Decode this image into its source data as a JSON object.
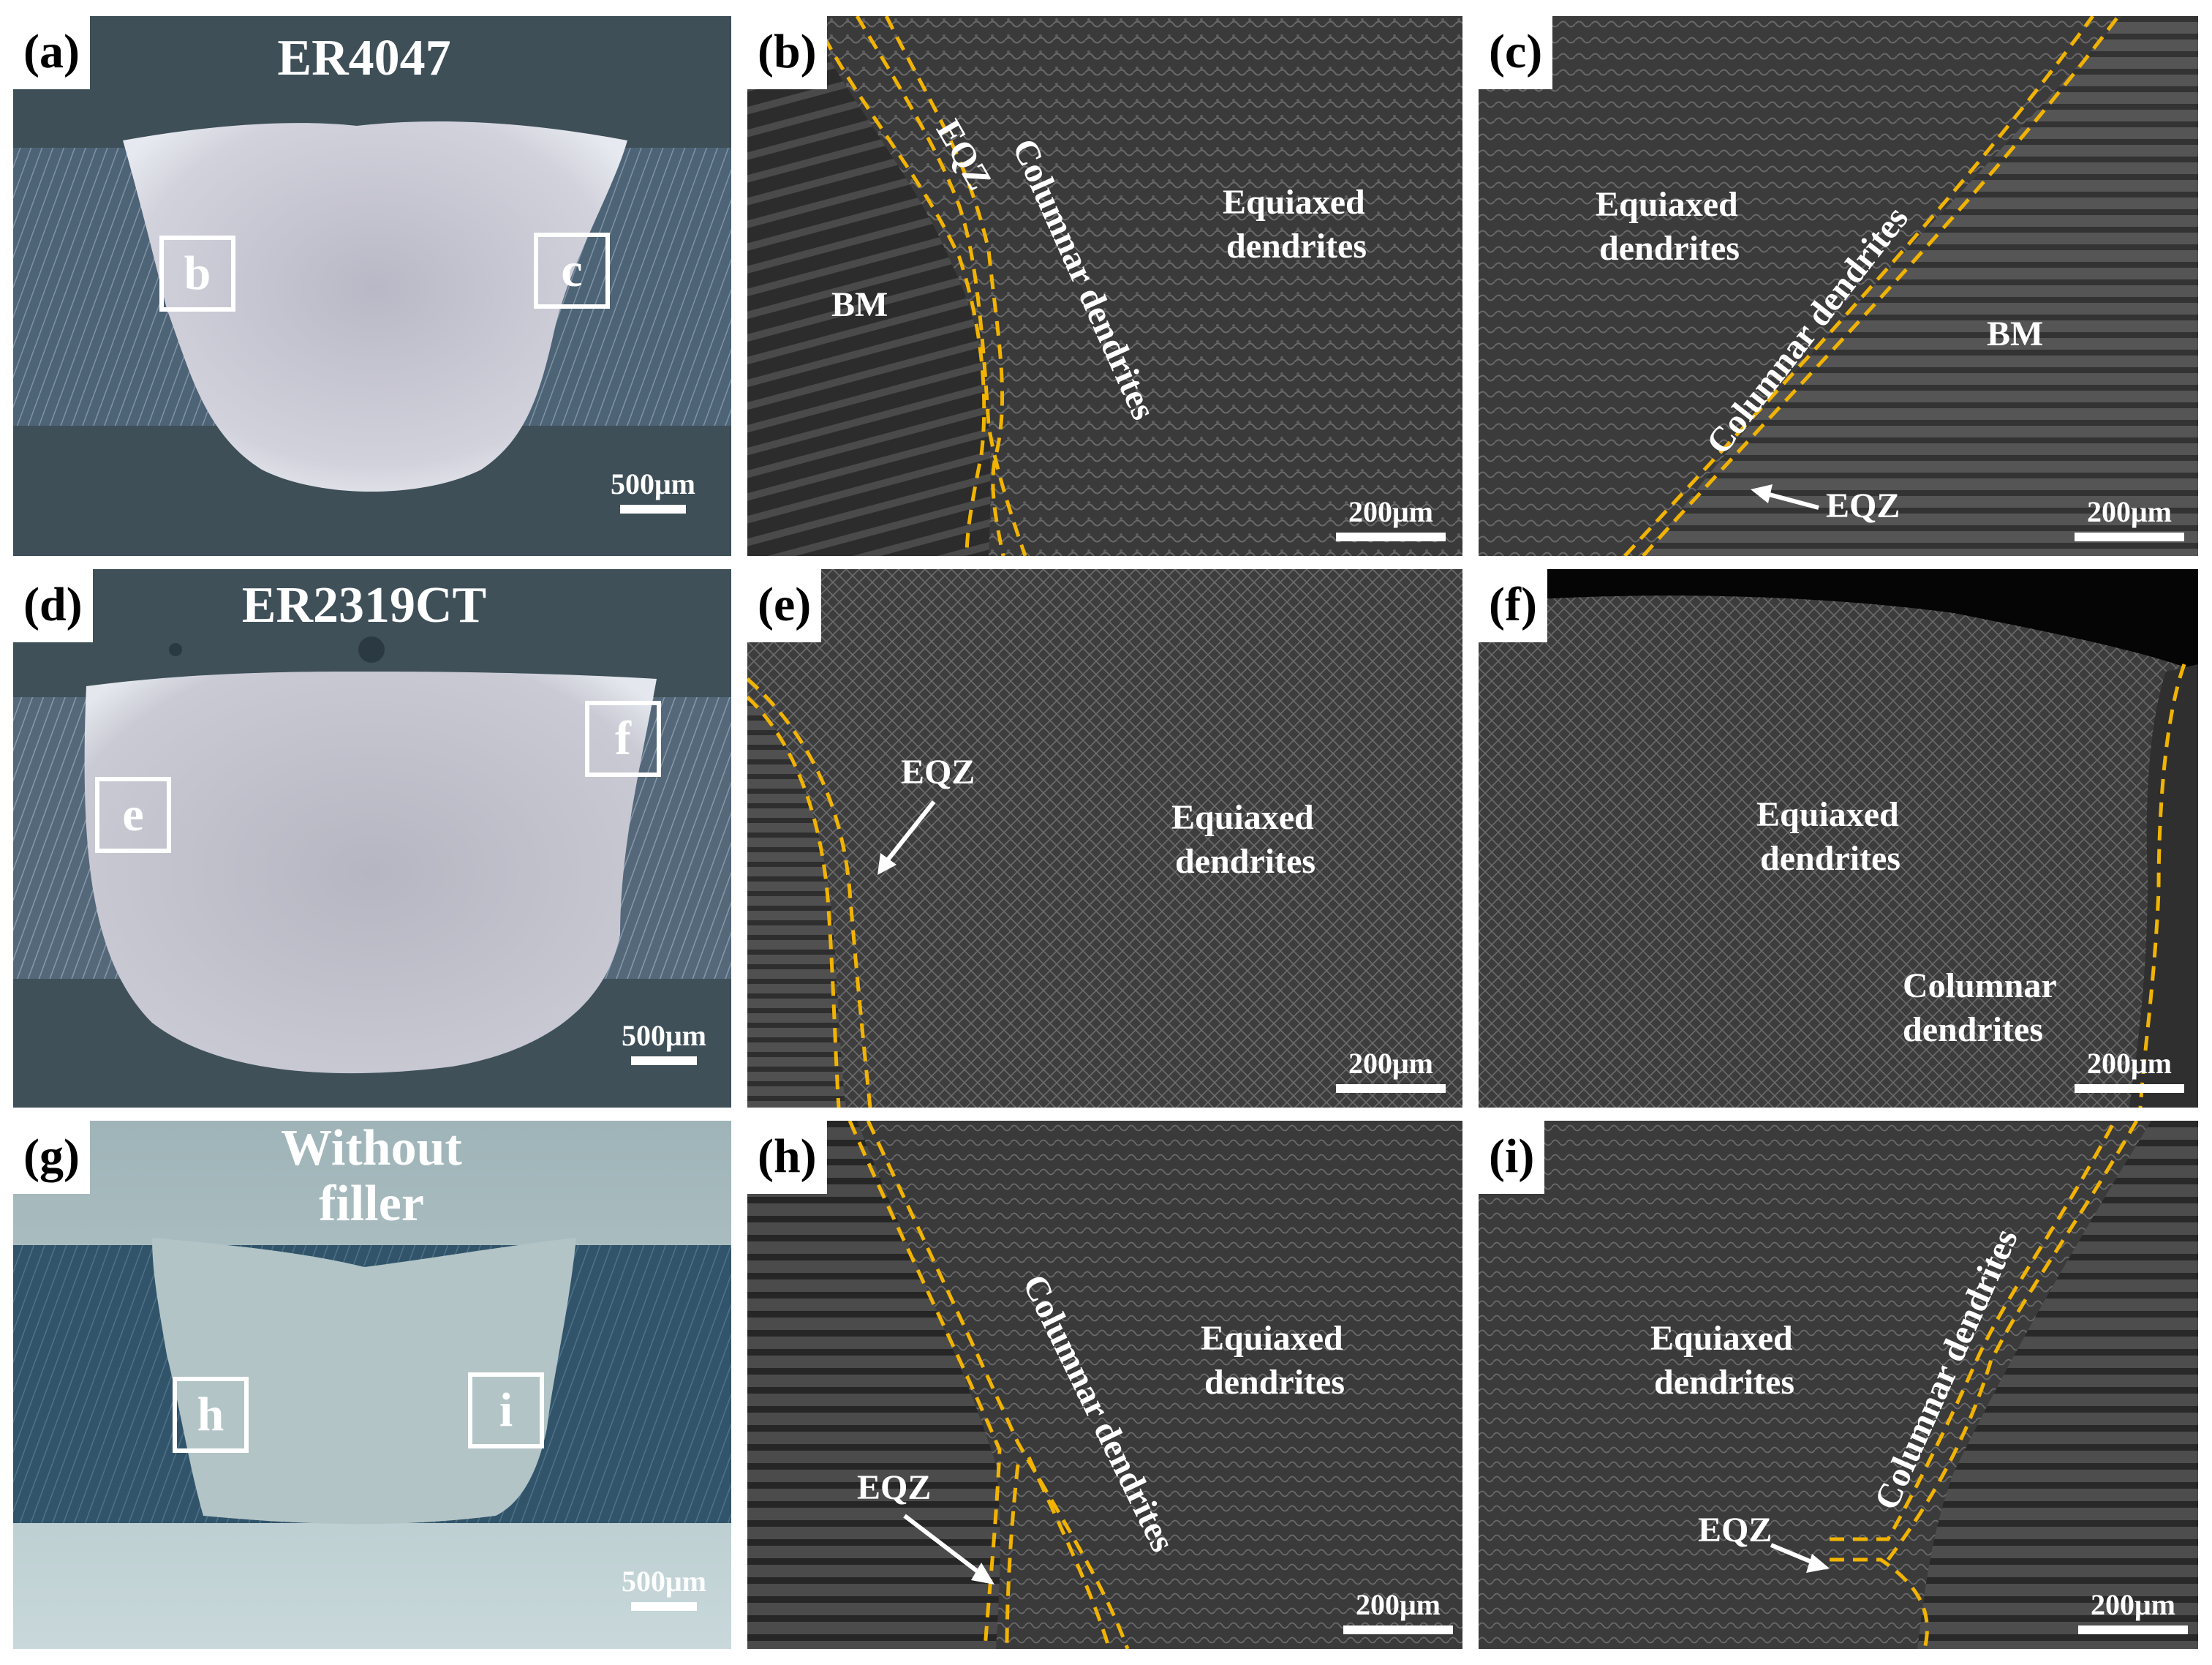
{
  "panels": {
    "a": {
      "label": "(a)",
      "title": "ER4047",
      "scale": "500μm",
      "insets": [
        "b",
        "c"
      ]
    },
    "b": {
      "label": "(b)",
      "texts": [
        "EQZ",
        "Columnar dendrites",
        "Equiaxed",
        "dendrites",
        "BM"
      ],
      "scale": "200μm"
    },
    "c": {
      "label": "(c)",
      "texts": [
        "Equiaxed",
        "dendrites",
        "Columnar dendrites",
        "BM",
        "EQZ"
      ],
      "scale": "200μm"
    },
    "d": {
      "label": "(d)",
      "title": "ER2319CT",
      "scale": "500μm",
      "insets": [
        "e",
        "f"
      ]
    },
    "e": {
      "label": "(e)",
      "texts": [
        "EQZ",
        "Equiaxed",
        "dendrites"
      ],
      "scale": "200μm"
    },
    "f": {
      "label": "(f)",
      "texts": [
        "Equiaxed",
        "dendrites",
        "Columnar",
        "dendrites"
      ],
      "scale": "200μm"
    },
    "g": {
      "label": "(g)",
      "title1": "Without",
      "title2": "filler",
      "scale": "500μm",
      "insets": [
        "h",
        "i"
      ]
    },
    "h": {
      "label": "(h)",
      "texts": [
        "Columnar dendrites",
        "Equiaxed",
        "dendrites",
        "EQZ"
      ],
      "scale": "200μm"
    },
    "i": {
      "label": "(i)",
      "texts": [
        "Equiaxed",
        "dendrites",
        "Columnar dendrites",
        "EQZ"
      ],
      "scale": "200μm"
    }
  },
  "colors": {
    "boundary": "#f2b400",
    "text": "#ffffff"
  }
}
